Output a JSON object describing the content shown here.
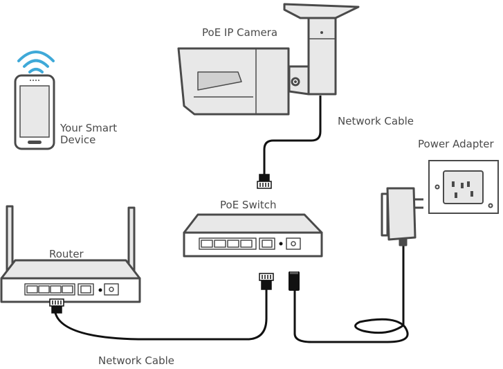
{
  "labels": {
    "camera": "PoE IP Camera",
    "network_cable_top": "Network Cable",
    "smart_device_line1": "Your Smart",
    "smart_device_line2": "Device",
    "power_adapter": "Power Adapter",
    "poe_switch": "PoE Switch",
    "router": "Router",
    "network_cable_bottom": "Network Cable"
  },
  "colors": {
    "wifi": "#3fa9d8",
    "device_stroke": "#4a4a4a",
    "device_fill": "#e8e8e8",
    "cable": "#111111",
    "text": "#4a4a4a"
  },
  "icons": [
    "wifi-icon",
    "smartphone-icon",
    "camera-icon",
    "router-icon",
    "switch-icon",
    "power-adapter-icon",
    "wall-outlet-icon",
    "rj45-plug-icon",
    "dc-plug-icon"
  ]
}
